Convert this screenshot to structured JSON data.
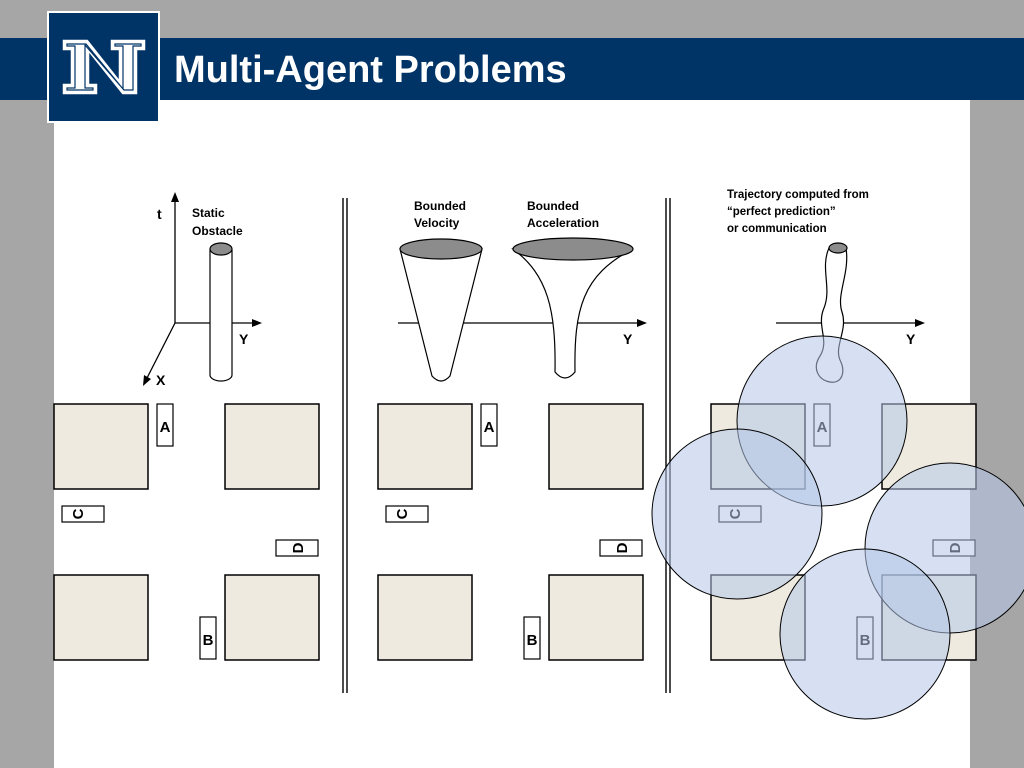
{
  "header": {
    "title": "Multi-Agent Problems",
    "logo_letter": "N"
  },
  "colors": {
    "header_bg": "#003366",
    "background_gray": "#a6a6a6",
    "block_fill": "#eeeadf",
    "circle_fill": "#b4c7e7",
    "cone_top_fill": "#8c8c8c"
  },
  "panel1": {
    "axis_t": "t",
    "axis_x": "X",
    "axis_y": "Y",
    "obstacle_label_line1": "Static",
    "obstacle_label_line2": "Obstacle",
    "agents": {
      "a": "A",
      "b": "B",
      "c": "C",
      "d": "D"
    }
  },
  "panel2": {
    "velocity_line1": "Bounded",
    "velocity_line2": "Velocity",
    "accel_line1": "Bounded",
    "accel_line2": "Acceleration",
    "axis_y": "Y",
    "agents": {
      "a": "A",
      "b": "B",
      "c": "C",
      "d": "D"
    }
  },
  "panel3": {
    "trajectory_line1": "Trajectory computed from",
    "trajectory_line2": "“perfect prediction”",
    "trajectory_line3": "or communication",
    "axis_y": "Y",
    "agents": {
      "a": "A",
      "b": "B",
      "c": "C",
      "d": "D"
    }
  }
}
